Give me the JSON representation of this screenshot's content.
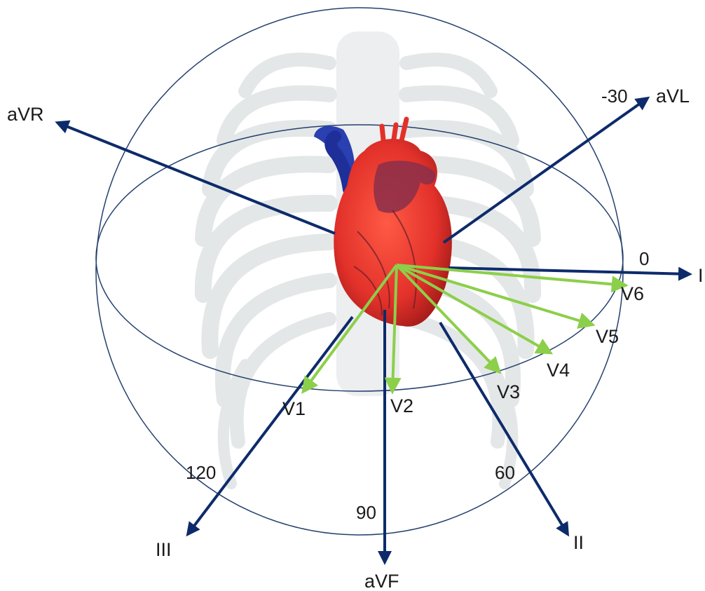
{
  "colors": {
    "limb_lead": "#0d2b6b",
    "precordial_lead": "#8ccf4a",
    "sphere_outline": "#24406e",
    "heart": "#e2312a",
    "ribcage": "#e4e7e8"
  },
  "limb_leads": {
    "aVR": "aVR",
    "aVL": "aVL",
    "I": "I",
    "II": "II",
    "III": "III",
    "aVF": "aVF"
  },
  "precordial_leads": {
    "V1": "V1",
    "V2": "V2",
    "V3": "V3",
    "V4": "V4",
    "V5": "V5",
    "V6": "V6"
  },
  "angles": {
    "minus30": "-30",
    "zero": "0",
    "sixty": "60",
    "ninety": "90",
    "one_twenty": "120"
  }
}
